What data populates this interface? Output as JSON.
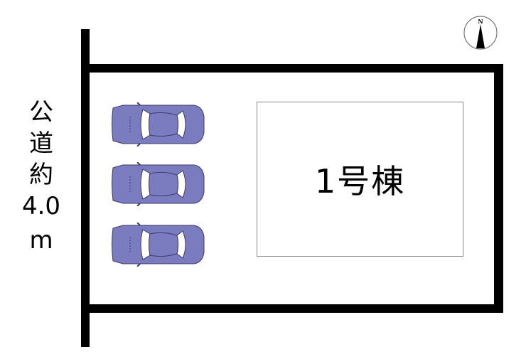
{
  "road": {
    "label_lines": [
      "公",
      "道",
      "約",
      "4.0",
      "m"
    ],
    "description": "公道約4.0m"
  },
  "building": {
    "label": "1号棟"
  },
  "parking": {
    "cars": [
      {
        "id": 1,
        "color": "#7b7bc0"
      },
      {
        "id": 2,
        "color": "#7b7bc0"
      },
      {
        "id": 3,
        "color": "#7b7bc0"
      }
    ]
  },
  "compass": {
    "label": "N"
  },
  "colors": {
    "boundary": "#000000",
    "building_border": "#8a8a8a",
    "car_body": "#7b7bc0",
    "car_outline": "#3a3a6a"
  }
}
